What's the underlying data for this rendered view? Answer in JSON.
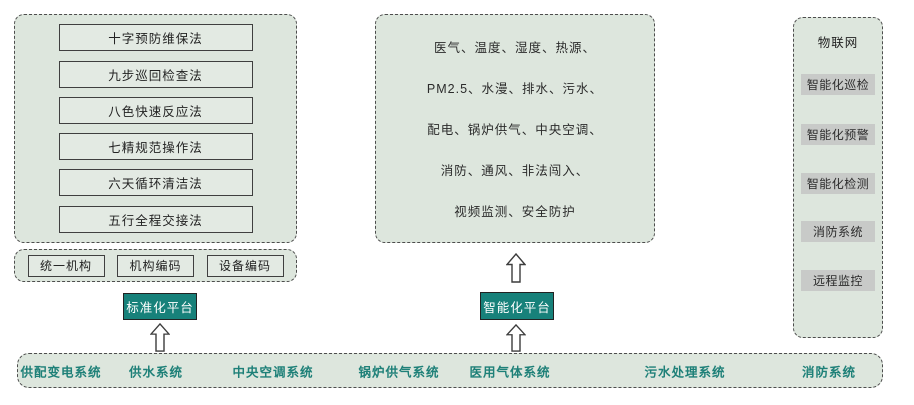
{
  "left_panel": {
    "methods": [
      "十字预防维保法",
      "九步巡回检查法",
      "八色快速反应法",
      "七精规范操作法",
      "六天循环清洁法",
      "五行全程交接法"
    ]
  },
  "coding_panel": {
    "items": [
      "统一机构",
      "机构编码",
      "设备编码"
    ]
  },
  "platforms": {
    "standard": "标准化平台",
    "smart": "智能化平台"
  },
  "monitoring_panel": {
    "lines": [
      "医气、温度、湿度、热源、",
      "PM2.5、水漫、排水、污水、",
      "配电、锅炉供气、中央空调、",
      "消防、通风、非法闯入、",
      "视频监测、安全防护"
    ]
  },
  "iot_panel": {
    "title": "物联网",
    "items": [
      "智能化巡检",
      "智能化预警",
      "智能化检测",
      "消防系统",
      "远程监控"
    ]
  },
  "systems_bar": {
    "items": [
      "供配变电系统",
      "供水系统",
      "中央空调系统",
      "锅炉供气系统",
      "医用气体系统",
      "污水处理系统",
      "消防系统"
    ]
  },
  "colors": {
    "panel_bg": "#dde6dd",
    "box_bg": "#e3eae3",
    "teal": "#17817a",
    "gray_box": "#c8cac8",
    "teal_text": "#1e8078"
  }
}
